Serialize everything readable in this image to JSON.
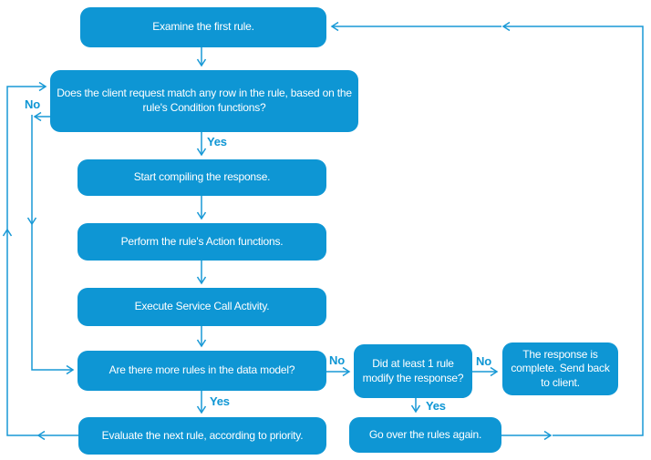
{
  "diagram": {
    "type": "flowchart",
    "colors": {
      "node_fill": "#0e96d4",
      "node_text": "#ffffff",
      "connector": "#1899d6",
      "background": "#ffffff"
    },
    "nodes": [
      {
        "id": "examine",
        "label": "Examine the first rule."
      },
      {
        "id": "does-match",
        "label": "Does the client request match any row in the rule, based on the rule's Condition functions?"
      },
      {
        "id": "start-compiling",
        "label": "Start compiling the response."
      },
      {
        "id": "perform-actions",
        "label": "Perform the rule's Action functions."
      },
      {
        "id": "execute-service-call",
        "label": "Execute Service Call Activity."
      },
      {
        "id": "more-rules",
        "label": "Are there more rules in the data model?"
      },
      {
        "id": "evaluate-next",
        "label": "Evaluate the next rule, according to priority."
      },
      {
        "id": "did-modify",
        "label": "Did at least 1 rule modify the response?"
      },
      {
        "id": "response-complete",
        "label": "The response is complete. Send back to client."
      },
      {
        "id": "go-over-again",
        "label": "Go over the rules again."
      }
    ],
    "edges": [
      {
        "from": "examine",
        "to": "does-match",
        "label": ""
      },
      {
        "from": "does-match",
        "to": "start-compiling",
        "label": "Yes"
      },
      {
        "from": "does-match",
        "to": "more-rules",
        "label": "No"
      },
      {
        "from": "start-compiling",
        "to": "perform-actions",
        "label": ""
      },
      {
        "from": "perform-actions",
        "to": "execute-service-call",
        "label": ""
      },
      {
        "from": "execute-service-call",
        "to": "more-rules",
        "label": ""
      },
      {
        "from": "more-rules",
        "to": "evaluate-next",
        "label": "Yes"
      },
      {
        "from": "more-rules",
        "to": "did-modify",
        "label": "No"
      },
      {
        "from": "evaluate-next",
        "to": "does-match",
        "label": ""
      },
      {
        "from": "did-modify",
        "to": "go-over-again",
        "label": "Yes"
      },
      {
        "from": "did-modify",
        "to": "response-complete",
        "label": "No"
      },
      {
        "from": "go-over-again",
        "to": "examine",
        "label": ""
      }
    ]
  }
}
